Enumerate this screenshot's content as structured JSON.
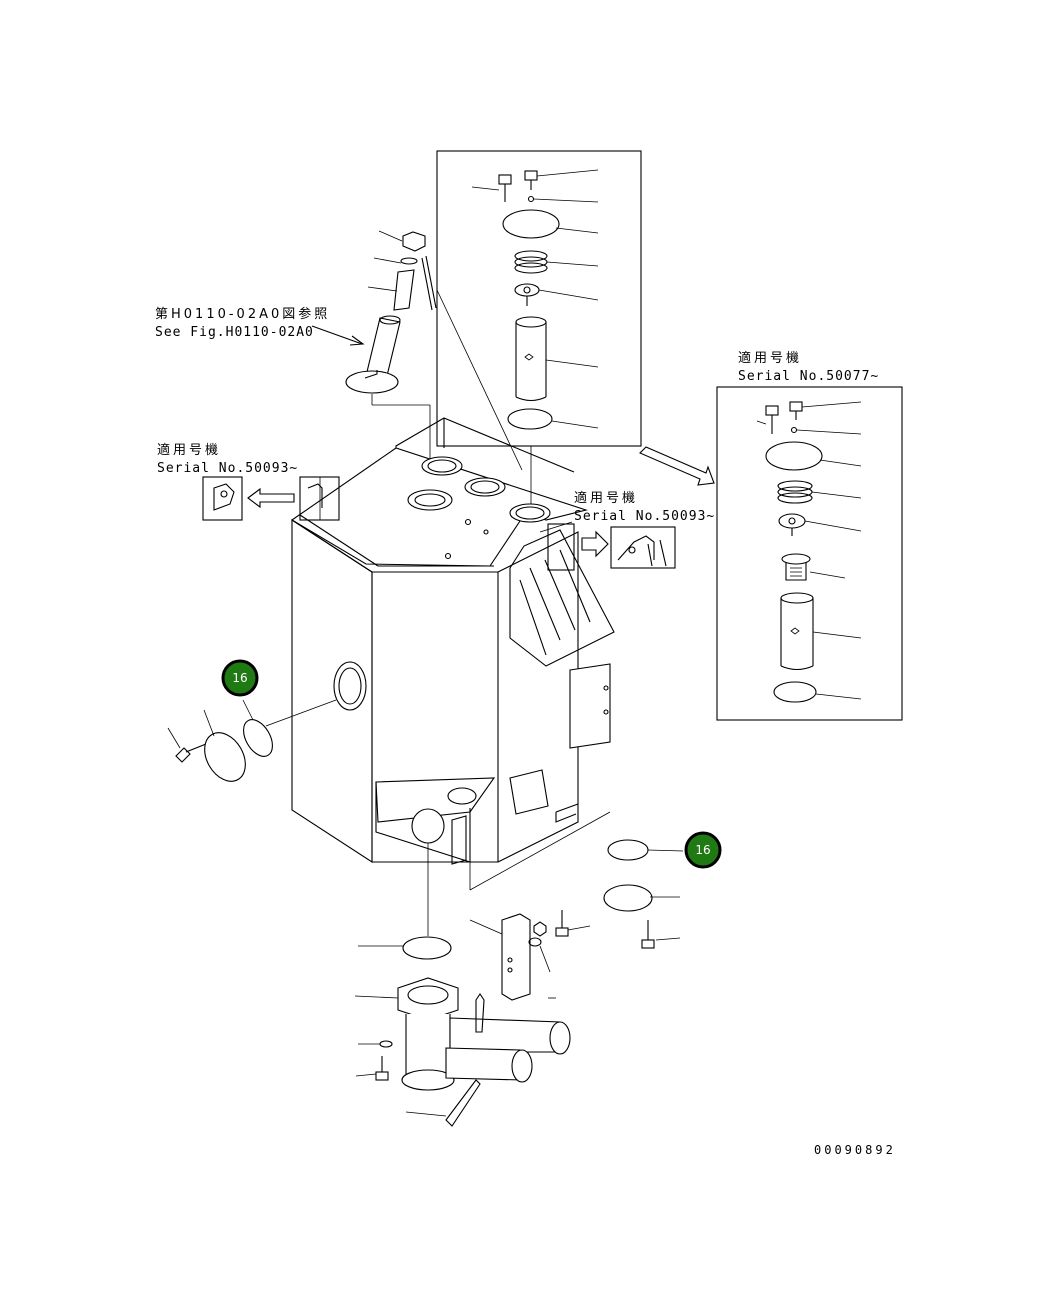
{
  "references": {
    "fig_ref_jp": "第H0110-02A0図参照",
    "fig_ref_en": "See Fig.H0110-02A0"
  },
  "serial_notes": {
    "left": {
      "label_jp": "適用号機",
      "serial": "Serial No.50093~"
    },
    "middle": {
      "label_jp": "適用号機",
      "serial": "Serial No.50093~"
    },
    "right": {
      "label_jp": "適用号機",
      "serial": "Serial No.50077~"
    }
  },
  "badges": [
    {
      "id": "callout-16-left",
      "label": "16",
      "color": "#1f7a14"
    },
    {
      "id": "callout-16-right",
      "label": "16",
      "color": "#1f7a14"
    }
  ],
  "drawing_number": "00090892"
}
